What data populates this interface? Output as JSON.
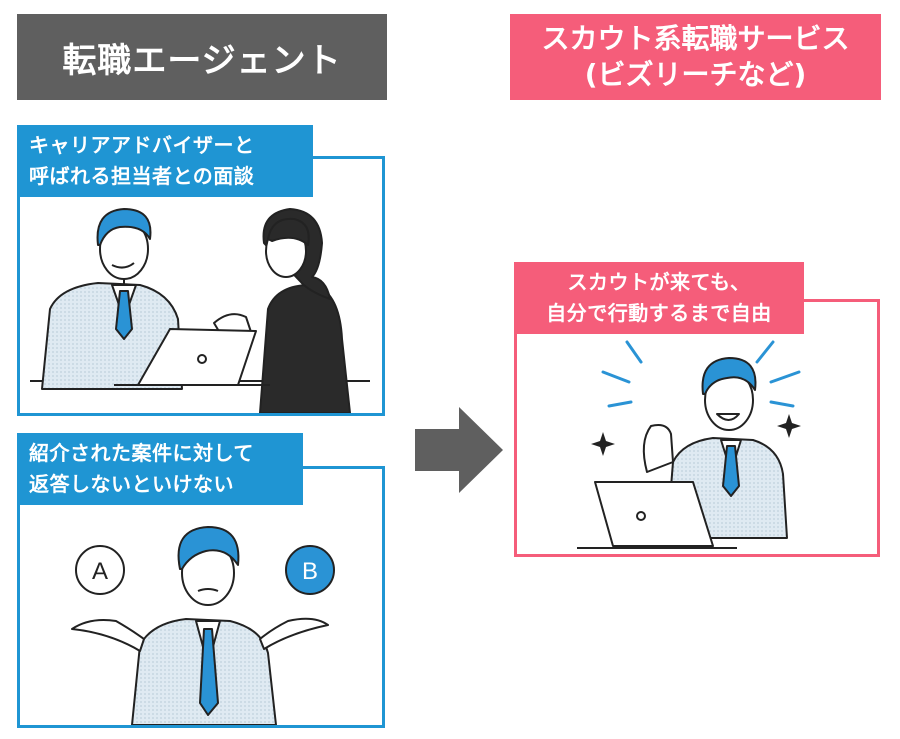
{
  "headers": {
    "agent_title": "転職エージェント",
    "scout_title_line1": "スカウト系転職サービス",
    "scout_title_line2": "(ビズリーチなど)"
  },
  "agent": {
    "meeting": {
      "label_line1": "キャリアアドバイザーと",
      "label_line2": "呼ばれる担当者との面談"
    },
    "reply": {
      "label_line1": "紹介された案件に対して",
      "label_line2": "返答しないといけない",
      "option_a": "A",
      "option_b": "B"
    }
  },
  "scout": {
    "freedom": {
      "label_line1": "スカウトが来ても、",
      "label_line2": "自分で行動するまで自由"
    }
  },
  "colors": {
    "agent_header_bg": "#5f5f5f",
    "scout_accent": "#f55d7a",
    "agent_accent": "#1f95d3",
    "illustration_blue": "#2a93d5",
    "suit_light": "#d9e7f0"
  },
  "icons": [
    "right-arrow-icon",
    "sparkle-icon",
    "laptop-icon"
  ]
}
